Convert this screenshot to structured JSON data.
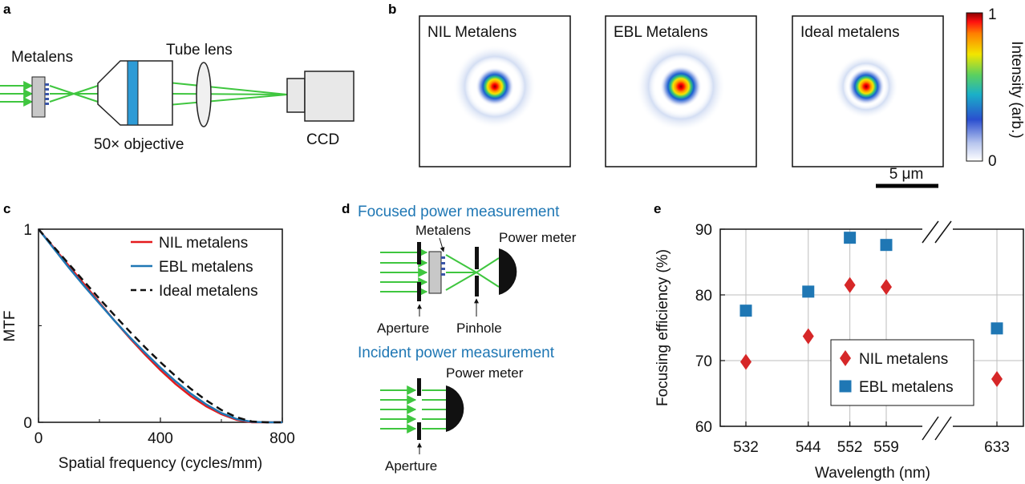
{
  "figure": {
    "panel_labels": [
      "a",
      "b",
      "c",
      "d",
      "e"
    ],
    "a": {
      "metalens_label": "Metalens",
      "tube_lens_label": "Tube lens",
      "objective_label": "50× objective",
      "ccd_label": "CCD",
      "beam_color": "#3fc63f",
      "objective_color": "#2e9bd6"
    },
    "b": {
      "panels": [
        {
          "title": "NIL Metalens"
        },
        {
          "title": "EBL Metalens"
        },
        {
          "title": "Ideal metalens"
        }
      ],
      "colorbar_label": "Intensity (arb.)",
      "colorbar_max": "1",
      "colorbar_min": "0",
      "scalebar_label": "5 μm"
    },
    "d": {
      "focused_title": "Focused power measurement",
      "incident_title": "Incident power measurement",
      "metalens_label": "Metalens",
      "power_meter_label": "Power meter",
      "aperture_label": "Aperture",
      "pinhole_label": "Pinhole",
      "title_color": "#1f77b4"
    }
  },
  "chart_data": [
    {
      "panel": "c",
      "type": "line",
      "xlabel": "Spatial frequency (cycles/mm)",
      "ylabel": "MTF",
      "xlim": [
        0,
        800
      ],
      "ylim": [
        0,
        1
      ],
      "xticks": [
        "0",
        "400",
        "800"
      ],
      "yticks": [
        "0",
        "1"
      ],
      "grid": false,
      "legend": "top-right",
      "series": [
        {
          "name": "NIL metalens",
          "color": "#e41a1c",
          "dash": "solid",
          "x": [
            0,
            50,
            100,
            150,
            200,
            250,
            300,
            350,
            400,
            450,
            500,
            550,
            600,
            650,
            700,
            750,
            800
          ],
          "y": [
            1.0,
            0.905,
            0.81,
            0.715,
            0.62,
            0.525,
            0.435,
            0.35,
            0.27,
            0.198,
            0.135,
            0.083,
            0.042,
            0.013,
            0.0,
            0.0,
            0.0
          ]
        },
        {
          "name": "EBL metalens",
          "color": "#1f77b4",
          "dash": "solid",
          "x": [
            0,
            50,
            100,
            150,
            200,
            250,
            300,
            350,
            400,
            450,
            500,
            550,
            600,
            650,
            700,
            750,
            800
          ],
          "y": [
            1.0,
            0.9,
            0.8,
            0.705,
            0.615,
            0.525,
            0.44,
            0.36,
            0.283,
            0.212,
            0.148,
            0.093,
            0.048,
            0.017,
            0.002,
            0.0,
            0.0
          ]
        },
        {
          "name": "Ideal metalens",
          "color": "#111111",
          "dash": "dashed",
          "x": [
            0,
            50,
            100,
            150,
            200,
            250,
            300,
            350,
            400,
            450,
            500,
            550,
            600,
            650,
            700,
            750,
            800
          ],
          "y": [
            1.0,
            0.909,
            0.819,
            0.729,
            0.64,
            0.553,
            0.469,
            0.388,
            0.311,
            0.239,
            0.173,
            0.114,
            0.064,
            0.026,
            0.004,
            0.0,
            0.0
          ]
        }
      ]
    },
    {
      "panel": "e",
      "type": "scatter",
      "xlabel": "Wavelength (nm)",
      "ylabel": "Focusing efficiency (%)",
      "ylim": [
        60,
        90
      ],
      "yticks": [
        "60",
        "70",
        "80",
        "90"
      ],
      "categories": [
        "532",
        "544",
        "552",
        "559",
        "633"
      ],
      "axis_break": "between 559 and 633",
      "grid": true,
      "legend": "bottom-right",
      "series": [
        {
          "name": "NIL metalens",
          "marker": "diamond",
          "color": "#d62728",
          "values": [
            69.8,
            73.7,
            81.5,
            81.2,
            67.2
          ]
        },
        {
          "name": "EBL metalens",
          "marker": "square",
          "color": "#1f77b4",
          "values": [
            77.6,
            80.5,
            88.7,
            87.6,
            74.9
          ]
        }
      ]
    }
  ]
}
